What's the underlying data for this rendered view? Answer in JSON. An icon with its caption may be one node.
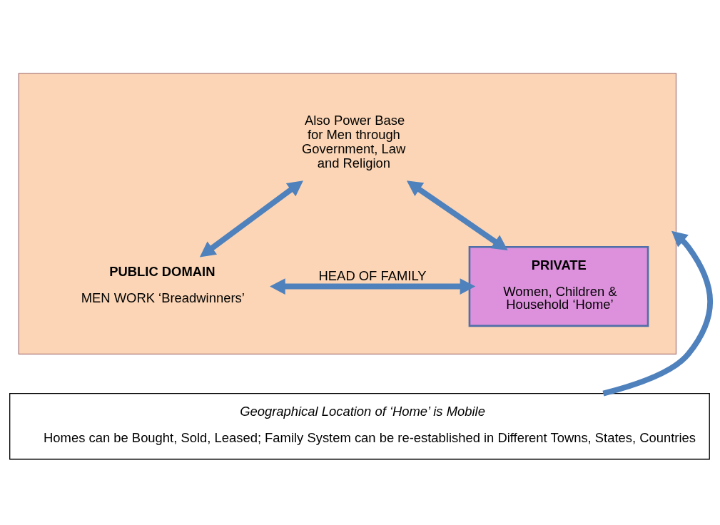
{
  "diagram": {
    "nodes": [
      {
        "text": [],
        "shape": "box"
      },
      {
        "text": [
          "Also Power Base for Men through Government, Law and Religion"
        ],
        "in": 0
      },
      {
        "text": [
          "PUBLIC DOMAIN",
          "MEN WORK ‘Breadwinners’"
        ],
        "in": 0
      },
      {
        "text": [
          "PRIVATE",
          "Women, Children & Household ‘Home’"
        ],
        "in": 0
      },
      {
        "text": [
          "Geographical Location of ‘Home’ is Mobile",
          "Homes can be Bought, Sold, Leased; Family System can be re-established in Different Towns, States, Countries"
        ]
      }
    ],
    "edges": [
      {
        "from": 2,
        "to": 1,
        "arrow": "both"
      },
      {
        "from": 1,
        "to": 3,
        "arrow": "both"
      },
      {
        "from": 2,
        "to": 3,
        "arrow": "both",
        "label": "HEAD OF FAMILY"
      },
      {
        "from": 4,
        "to": 0,
        "arrow": "to"
      }
    ]
  }
}
